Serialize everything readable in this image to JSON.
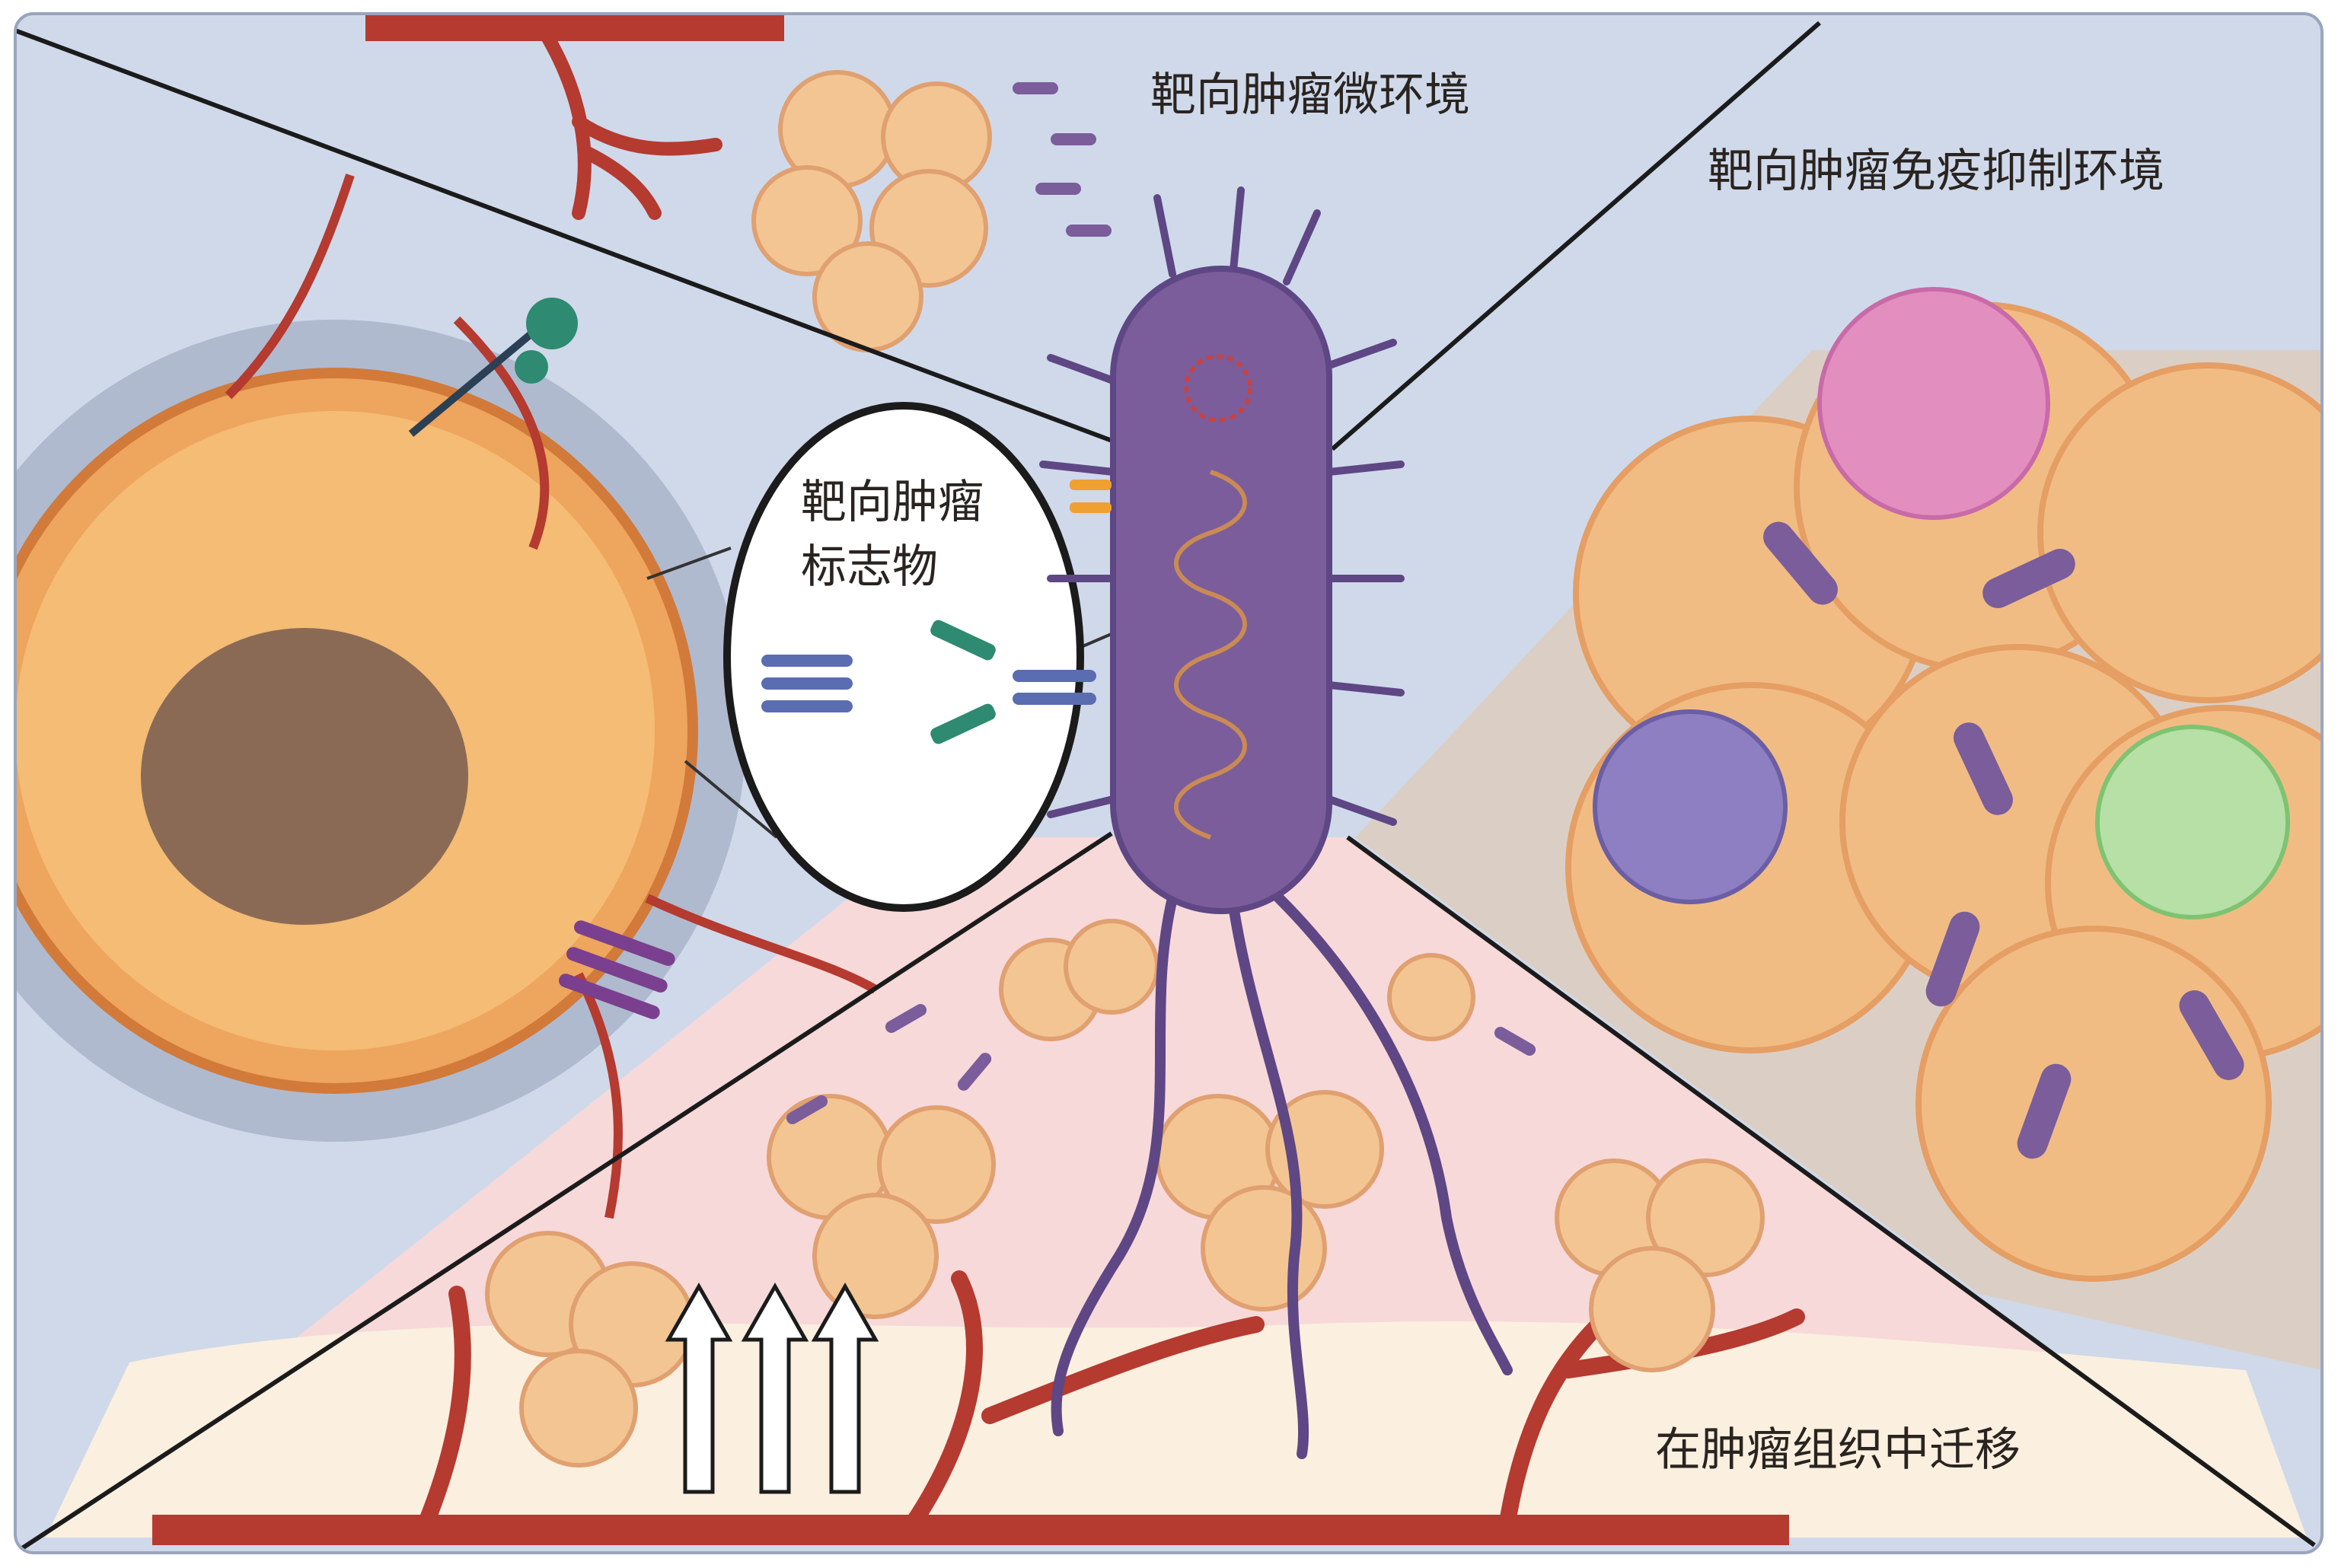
{
  "labels": {
    "microenvironment": "靶向肿瘤微环境",
    "immunosuppressive": "靶向肿瘤免疫抑制环境",
    "marker_line1": "靶向肿瘤",
    "marker_line2": "标志物",
    "migration": "在肿瘤组织中迁移"
  },
  "colors": {
    "background": "#cfd9ea",
    "tumor_cell": "#f0b56a",
    "nucleus": "#8b6a55",
    "bacterium": "#7a5d9a",
    "vessel": "#b53a30",
    "pink_zone": "#f7d9da",
    "cream_base": "#fbefdf"
  }
}
